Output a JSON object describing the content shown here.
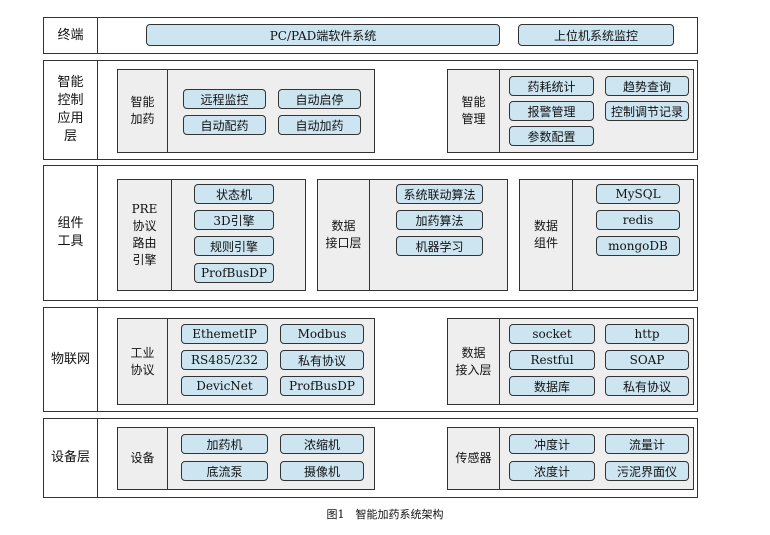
{
  "layers": {
    "terminal": {
      "label": "终端",
      "pc_pad": "PC/PAD端软件系统",
      "monitor": "上位机系统监控"
    },
    "app": {
      "label": "智能\n控制\n应用\n层",
      "dosing": {
        "label": "智能\n加药",
        "items": [
          "远程监控",
          "自动启停",
          "自动配药",
          "自动加药"
        ]
      },
      "management": {
        "label": "智能\n管理",
        "items": [
          "药耗统计",
          "趋势查询",
          "报警管理",
          "控制调节记录",
          "参数配置"
        ]
      }
    },
    "components": {
      "label": "组件\n工具",
      "pre": {
        "label": "PRE\n协议\n路由\n引擎",
        "items": [
          "状态机",
          "3D引擎",
          "规则引擎",
          "ProfBusDP"
        ]
      },
      "data_interface": {
        "label": "数据\n接口层",
        "items": [
          "系统联动算法",
          "加药算法",
          "机器学习"
        ]
      },
      "data_component": {
        "label": "数据\n组件",
        "items": [
          "MySQL",
          "redis",
          "mongoDB"
        ]
      }
    },
    "iot": {
      "label": "物联网",
      "industrial": {
        "label": "工业\n协议",
        "items": [
          "EthemetIP",
          "Modbus",
          "RS485/232",
          "私有协议",
          "DevicNet",
          "ProfBusDP"
        ]
      },
      "data_access": {
        "label": "数据\n接入层",
        "items": [
          "socket",
          "http",
          "Restful",
          "SOAP",
          "数据库",
          "私有协议"
        ]
      }
    },
    "devices": {
      "label": "设备层",
      "equipment": {
        "label": "设备",
        "items": [
          "加药机",
          "浓缩机",
          "底流泵",
          "摄像机"
        ]
      },
      "sensors": {
        "label": "传感器",
        "items": [
          "冲度计",
          "流量计",
          "浓度计",
          "污泥界面仪"
        ]
      }
    }
  },
  "caption": "图1　智能加药系统架构"
}
